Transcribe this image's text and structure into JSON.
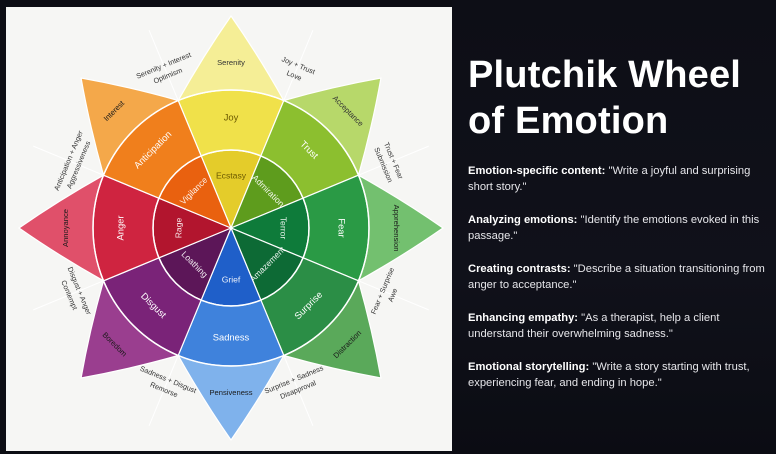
{
  "slide": {
    "title_line1": "Plutchik Wheel",
    "title_line2": "of Emotion"
  },
  "prompts": [
    {
      "label": "Emotion-specific content:",
      "text": " \"Write a joyful and surprising short story.\""
    },
    {
      "label": "Analyzing emotions:",
      "text": " \"Identify the emotions evoked in this passage.\""
    },
    {
      "label": "Creating contrasts:",
      "text": " \"Describe a situation transitioning from anger to acceptance.\""
    },
    {
      "label": "Enhancing empathy:",
      "text": " \"As a therapist, help a client understand their overwhelming sadness.\""
    },
    {
      "label": "Emotional storytelling:",
      "text": " \"Write a story starting with trust, experiencing fear, and ending in hope.\""
    }
  ],
  "wheel": {
    "petals": [
      {
        "inner": "Ecstasy",
        "middle": "Joy",
        "outer": "Serenity",
        "colors": [
          "#e4cc2a",
          "#f0e14a",
          "#f5ee96"
        ]
      },
      {
        "inner": "Admiration",
        "middle": "Trust",
        "outer": "Acceptance",
        "colors": [
          "#5e9c1d",
          "#8cbf2f",
          "#b7d86a"
        ]
      },
      {
        "inner": "Terror",
        "middle": "Fear",
        "outer": "Apprehension",
        "colors": [
          "#0e7b3a",
          "#2a9a45",
          "#73c06f"
        ]
      },
      {
        "inner": "Amazement",
        "middle": "Surprise",
        "outer": "Distraction",
        "colors": [
          "#0d6a35",
          "#2b8e46",
          "#5aa95a"
        ]
      },
      {
        "inner": "Grief",
        "middle": "Sadness",
        "outer": "Pensiveness",
        "colors": [
          "#1f5fc9",
          "#3f82dc",
          "#7fb2ec"
        ]
      },
      {
        "inner": "Loathing",
        "middle": "Disgust",
        "outer": "Boredom",
        "colors": [
          "#5c1658",
          "#7a2378",
          "#9a3e8f"
        ]
      },
      {
        "inner": "Rage",
        "middle": "Anger",
        "outer": "Annoyance",
        "colors": [
          "#b2152e",
          "#cf2440",
          "#e0506a"
        ]
      },
      {
        "inner": "Vigilance",
        "middle": "Anticipation",
        "outer": "Interest",
        "colors": [
          "#e9610f",
          "#f07f1c",
          "#f4a84a"
        ]
      }
    ],
    "dyads": [
      {
        "line1": "Joy + Trust",
        "line2": "Love",
        "fill": "#eef4a8"
      },
      {
        "line1": "Trust + Fear",
        "line2": "Submission",
        "fill": "#d3eba4"
      },
      {
        "line1": "Fear + Surprise",
        "line2": "Awe",
        "fill": "#cce8c6"
      },
      {
        "line1": "Surprise + Sadness",
        "line2": "Disapproval",
        "fill": "#c7dcea"
      },
      {
        "line1": "Sadness + Disgust",
        "line2": "Remorse",
        "fill": "#cdc4e4"
      },
      {
        "line1": "Disgust + Anger",
        "line2": "Contempt",
        "fill": "#f1bfd4"
      },
      {
        "line1": "Anticipation + Anger",
        "line2": "Aggressiveness",
        "fill": "#f8c6b6"
      },
      {
        "line1": "Serenity + Interest",
        "line2": "Optimism",
        "fill": "#f8e4a0"
      }
    ]
  }
}
